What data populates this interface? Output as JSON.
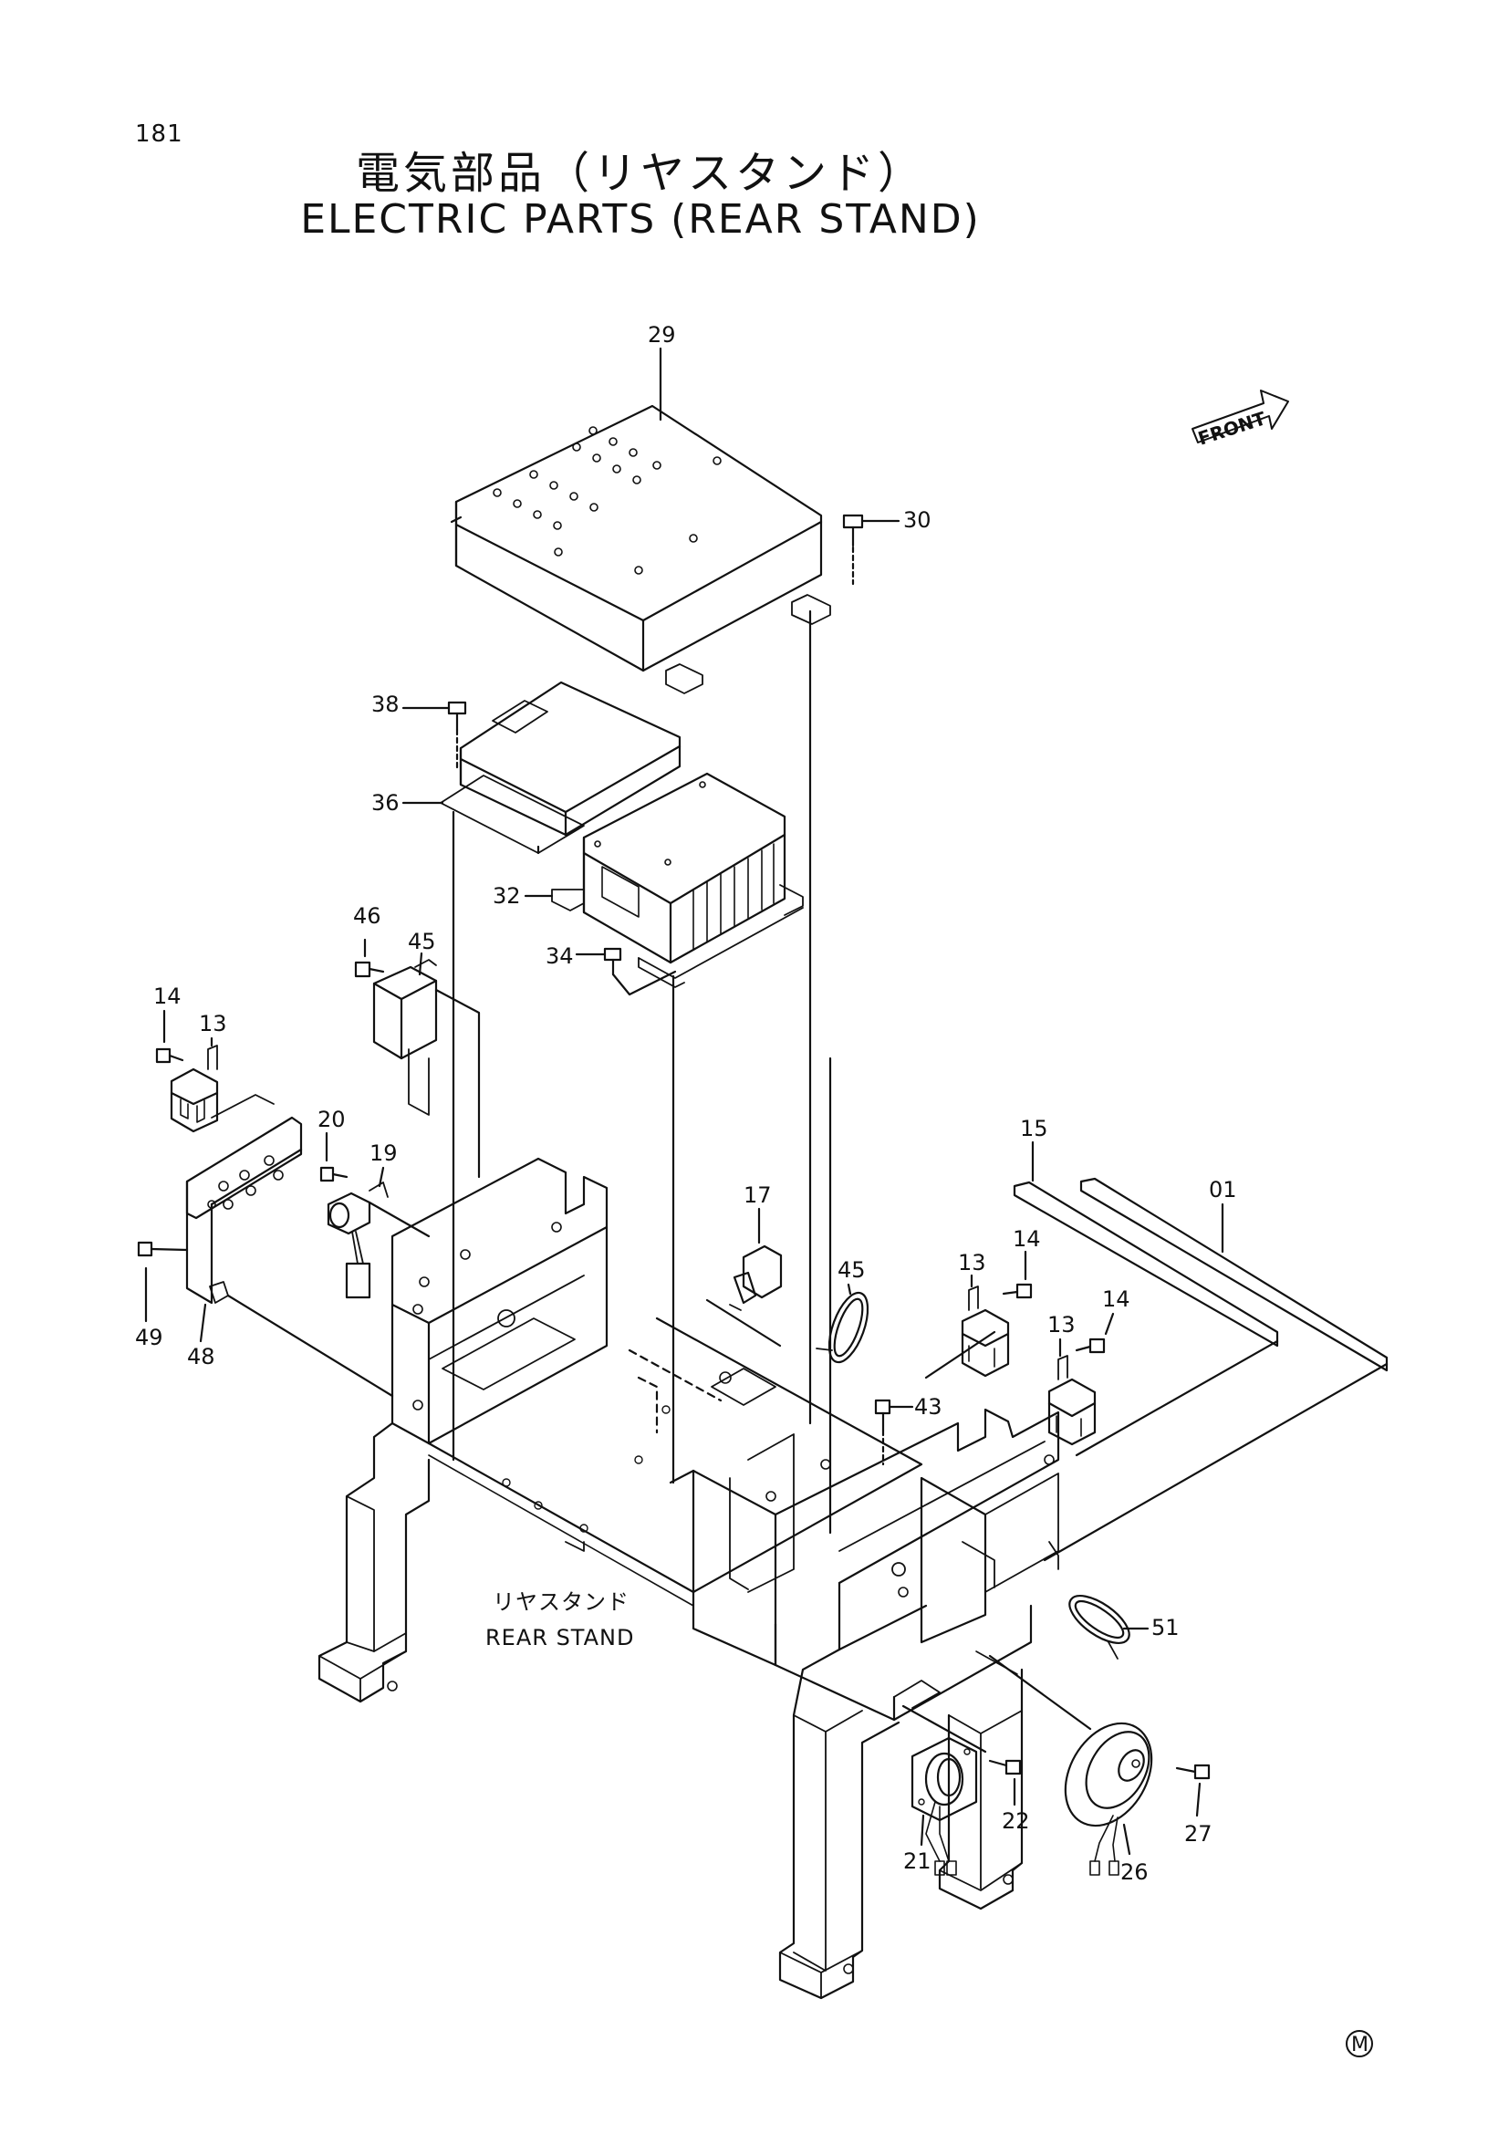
{
  "page_number": "181",
  "title_jp": "電気部品（リヤスタンド）",
  "title_en": "ELECTRIC PARTS (REAR STAND)",
  "front_label": "FRONT",
  "stand_label_jp": "リヤスタンド",
  "stand_label_en": "REAR STAND",
  "corner_mark": "M",
  "callouts": {
    "c29": "29",
    "c30": "30",
    "c38": "38",
    "c36": "36",
    "c32": "32",
    "c34": "34",
    "c46": "46",
    "c45a": "45",
    "c14a": "14",
    "c13a": "13",
    "c20": "20",
    "c19": "19",
    "c49": "49",
    "c48": "48",
    "c17": "17",
    "c45b": "45",
    "c13b": "13",
    "c14b": "14",
    "c13c": "13",
    "c14c": "14",
    "c15": "15",
    "c01": "01",
    "c43": "43",
    "c51": "51",
    "c21": "21",
    "c22": "22",
    "c26": "26",
    "c27": "27"
  }
}
